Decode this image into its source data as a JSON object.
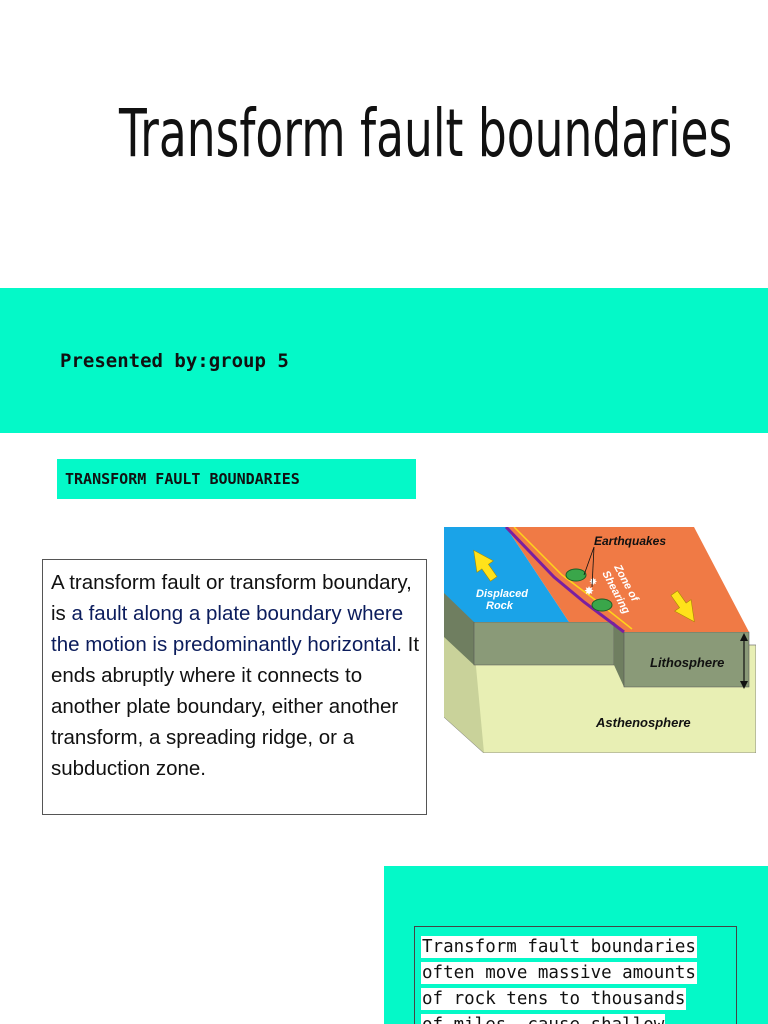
{
  "title": "Transform fault boundaries",
  "band": {
    "presented": "Presented by:group 5"
  },
  "section_label": "TRANSFORM FAULT BOUNDARIES",
  "definition": {
    "part1": "A transform fault or transform boundary, is ",
    "link": "a fault along a plate boundary where the motion is predominantly horizontal",
    "part2": ". It ends abruptly where it connects to another plate boundary, either another transform, a spreading ridge, or a subduction zone."
  },
  "diagram": {
    "earthquakes": "Earthquakes",
    "displaced_1": "Displaced",
    "displaced_2": "Rock",
    "zone_1": "Zone of",
    "zone_2": "Shearing",
    "lithosphere": "Lithosphere",
    "asthenosphere": "Asthenosphere",
    "colors": {
      "blue_plate": "#1aa3e8",
      "orange_plate": "#f07a45",
      "lith": "#8a9a78",
      "asth": "#e8efb4"
    }
  },
  "panel2": {
    "lines": [
      "Transform fault boundaries",
      "often move massive amounts",
      "of rock tens to thousands",
      "of miles, cause shallow"
    ]
  }
}
